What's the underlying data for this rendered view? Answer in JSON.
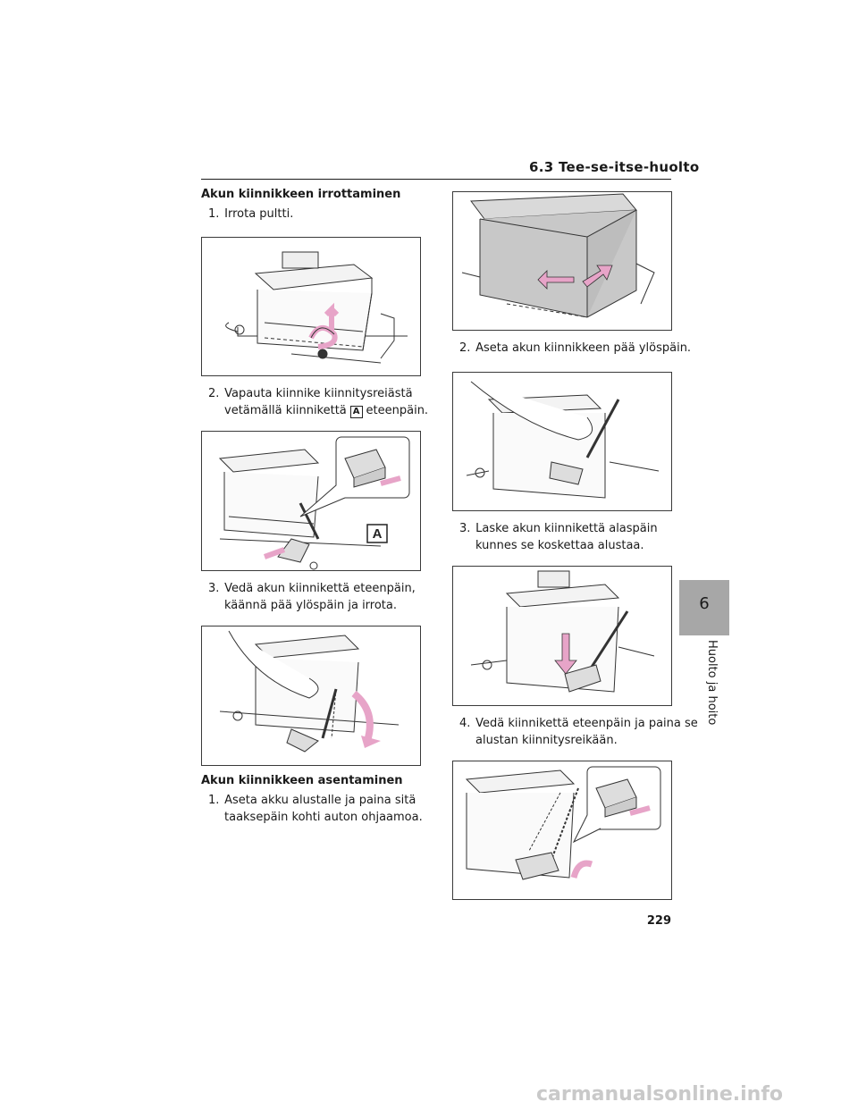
{
  "header": {
    "section_title": "6.3 Tee-se-itse-huolto"
  },
  "left": {
    "heading1": "Akun kiinnikkeen irrottaminen",
    "step1": {
      "num": "1.",
      "text": "Irrota pultti."
    },
    "step2": {
      "num": "2.",
      "line1": "Vapauta kiinnike kiinnitysreiästä",
      "line2a": "vetämällä kiinnikettä",
      "label": "A",
      "line2b": "eteenpäin."
    },
    "step3": {
      "num": "3.",
      "line1": "Vedä akun kiinnikettä eteenpäin,",
      "line2": "käännä pää ylöspäin ja irrota."
    },
    "heading2": "Akun kiinnikkeen asentaminen",
    "step4": {
      "num": "1.",
      "line1": "Aseta akku alustalle ja paina sitä",
      "line2": "taaksepäin kohti auton ohjaamoa."
    }
  },
  "right": {
    "step2": {
      "num": "2.",
      "text": "Aseta akun kiinnikkeen pää ylöspäin."
    },
    "step3": {
      "num": "3.",
      "line1": "Laske akun kiinnikettä alaspäin",
      "line2": "kunnes se koskettaa alustaa."
    },
    "step4": {
      "num": "4.",
      "line1": "Vedä kiinnikettä eteenpäin ja paina se",
      "line2": "alustan kiinnitysreikään."
    }
  },
  "figures": {
    "callout_label": "A"
  },
  "colors": {
    "arrow": "#e7a4c8",
    "battery_gray": "#c8c8c8",
    "chapter_tab": "#a7a7a7"
  },
  "chapter": {
    "number": "6",
    "label": "Huolto ja hoito"
  },
  "page_number": "229",
  "watermark": "carmanualsonline.info"
}
